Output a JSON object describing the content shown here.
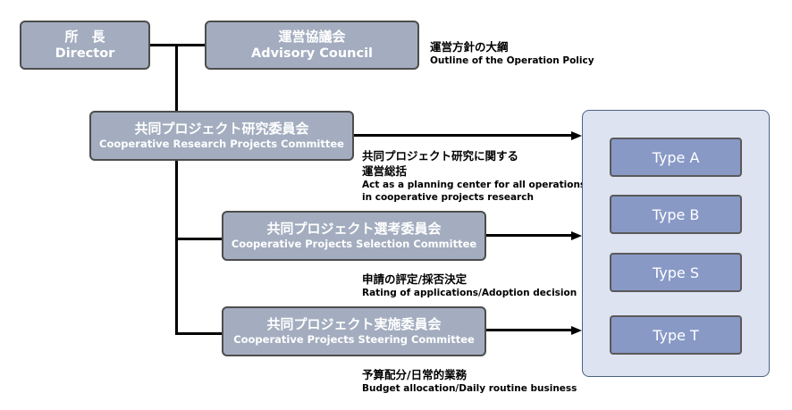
{
  "director": {
    "jp": "所　長",
    "en": "Director"
  },
  "advisory": {
    "jp": "運営協議会",
    "en": "Advisory Council",
    "note_jp": "運営方針の大綱",
    "note_en": "Outline of the Operation Policy"
  },
  "research_committee": {
    "jp": "共同プロジェクト研究委員会",
    "en": "Cooperative Research Projects Committee",
    "note_jp_1": "共同プロジェクト研究に関する",
    "note_jp_2": "運営総括",
    "note_en_1": "Act as a planning center for all operations",
    "note_en_2": "in cooperative projects research"
  },
  "selection_committee": {
    "jp": "共同プロジェクト選考委員会",
    "en": "Cooperative Projects Selection Committee",
    "note_jp": "申請の評定/採否決定",
    "note_en": "Rating of applications/Adoption decision"
  },
  "steering_committee": {
    "jp": "共同プロジェクト実施委員会",
    "en": "Cooperative Projects Steering Committee",
    "note_jp": "予算配分/日常的業務",
    "note_en": "Budget allocation/Daily routine business"
  },
  "types": [
    {
      "label": "Type A"
    },
    {
      "label": "Type B"
    },
    {
      "label": "Type S"
    },
    {
      "label": "Type T"
    }
  ],
  "colors": {
    "box_fill": "#a3adbf",
    "type_fill": "#8899c6",
    "panel_fill": "#dde3f1",
    "panel_border": "#4b6185"
  }
}
